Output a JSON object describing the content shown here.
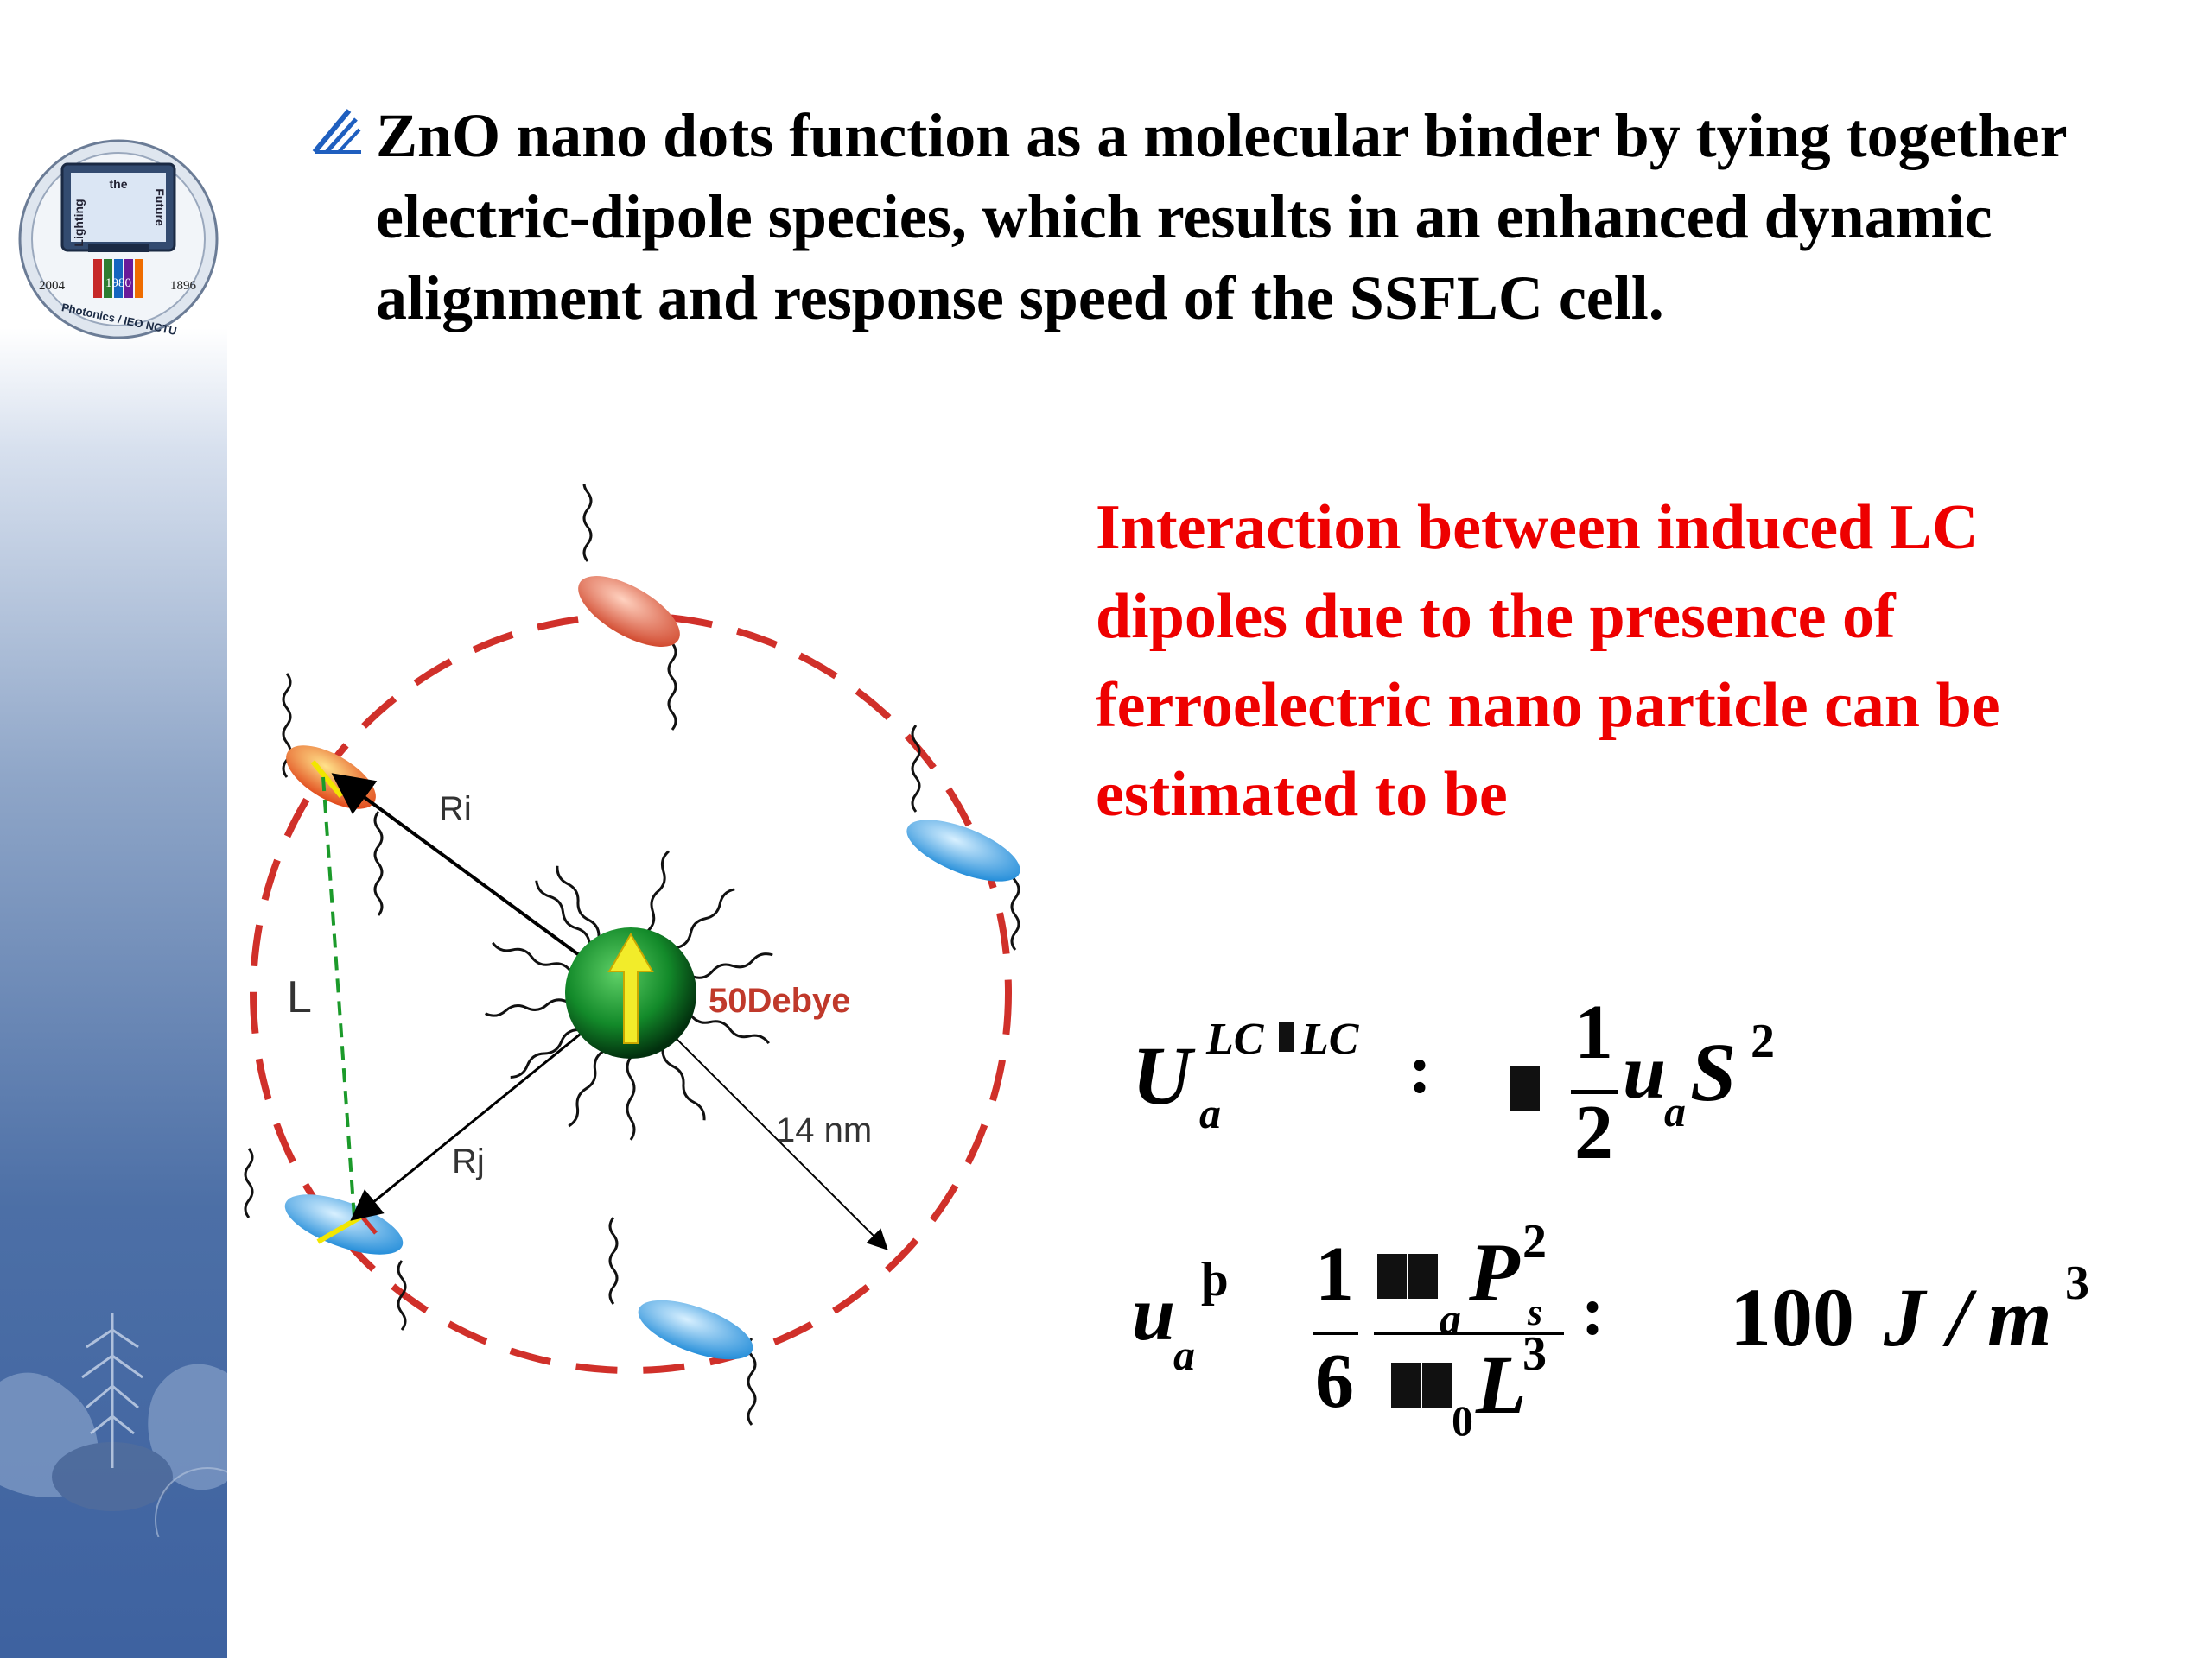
{
  "heading": "ZnO nano dots function as a molecular binder by tying together electric-dipole species, which results in an enhanced dynamic alignment and response speed of the SSFLC cell.",
  "red_text": "Interaction between induced LC dipoles due to the presence of ferroelectric nano particle can be estimated to be",
  "logo": {
    "text_top": "the",
    "text_left": "Lighting",
    "text_right": "Future",
    "year_left": "2004",
    "year_center": "1980",
    "year_right": "1896",
    "text_bottom": "Photonics / IEO  NCTU"
  },
  "diagram": {
    "label_ri": "Ri",
    "label_rj": "Rj",
    "label_l": "L",
    "label_debye": "50Debye",
    "label_radius": "14  nm"
  },
  "equation1": {
    "U": "U",
    "sup": "LC",
    "sup2": "LC",
    "sub": "a",
    "colon": ":",
    "num": "1",
    "den": "2",
    "u": "u",
    "u_sub": "a",
    "S": "S",
    "S_sup": "2"
  },
  "equation2": {
    "u": "u",
    "u_sub": "a",
    "thorn": "þ",
    "frac1_num": "1",
    "frac1_den": "6",
    "P": "P",
    "P_sub_a": "a",
    "P_sup": "2",
    "P_sub": "s",
    "sub0": "0",
    "L": "L",
    "L_sup": "3",
    "colon": ":",
    "value": "100",
    "unit_J": "J",
    "slash": "/",
    "unit_m": "m",
    "unit_sup": "3"
  }
}
